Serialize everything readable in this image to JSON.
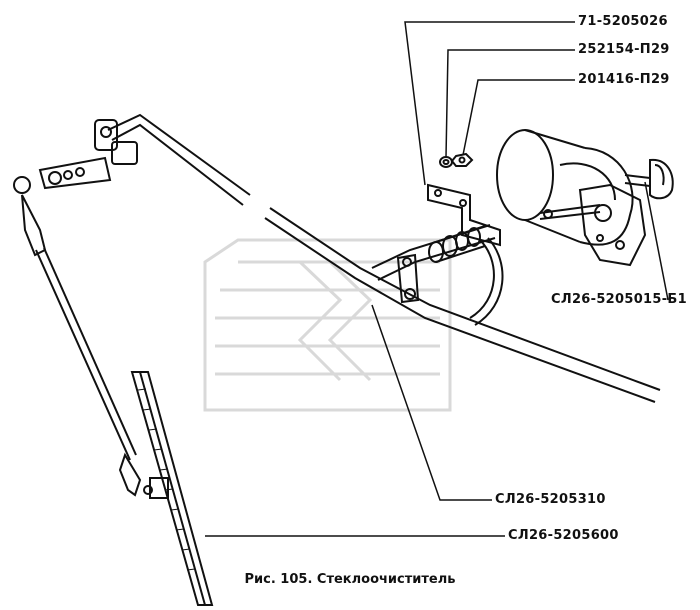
{
  "parts": [
    {
      "id": "bolt-ring",
      "label": "71-5205026"
    },
    {
      "id": "washer",
      "label": "252154-П29"
    },
    {
      "id": "nut",
      "label": "201416-П29"
    },
    {
      "id": "motor",
      "label": "СЛ26-5205015-Б1"
    },
    {
      "id": "linkage",
      "label": "СЛ26-5205310"
    },
    {
      "id": "blade",
      "label": "СЛ26-5205600"
    }
  ],
  "caption": "Рис. 105. Стеклоочиститель",
  "colors": {
    "ink": "#111111",
    "watermark": "#d9d9d9",
    "background": "#ffffff"
  }
}
